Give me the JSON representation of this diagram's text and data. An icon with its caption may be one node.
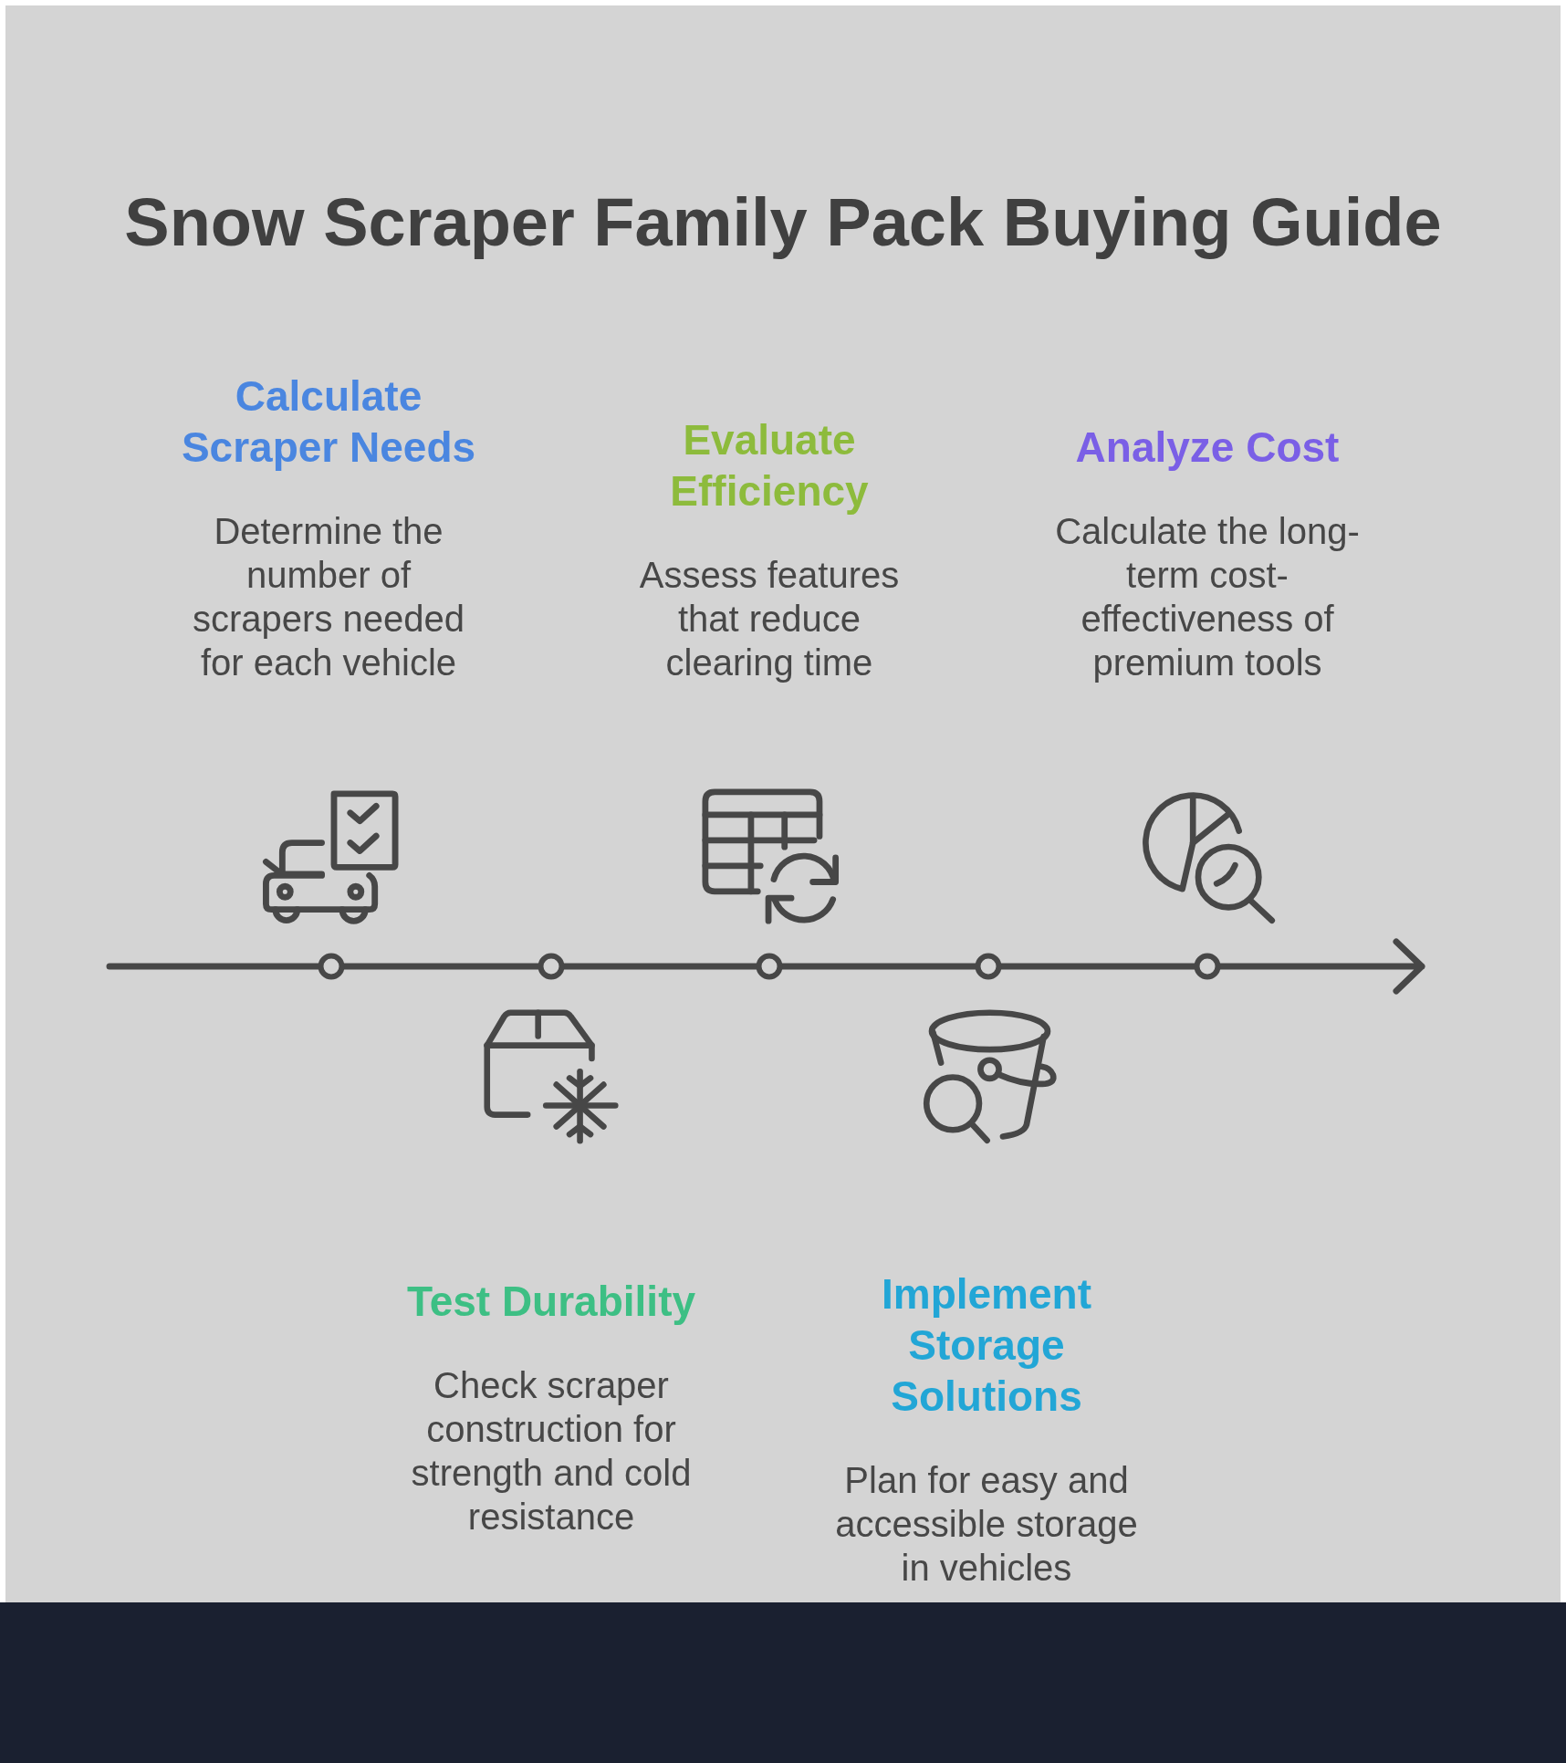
{
  "diagram": {
    "title": "Snow Scraper Family Pack Buying Guide",
    "nodes": [
      {
        "text": [
          "Calculate Scraper Needs",
          "Determine the number of scrapers needed for each vehicle"
        ]
      },
      {
        "text": [
          "Test Durability",
          "Check scraper construction for strength and cold resistance"
        ]
      },
      {
        "text": [
          "Evaluate Efficiency",
          "Assess features that reduce clearing time"
        ]
      },
      {
        "text": [
          "Analyze Cost",
          "Calculate the long-term cost-effectiveness of premium tools"
        ]
      },
      {
        "text": [
          "Implement Storage Solutions",
          "Plan for easy and accessible storage in vehicles"
        ]
      }
    ]
  }
}
